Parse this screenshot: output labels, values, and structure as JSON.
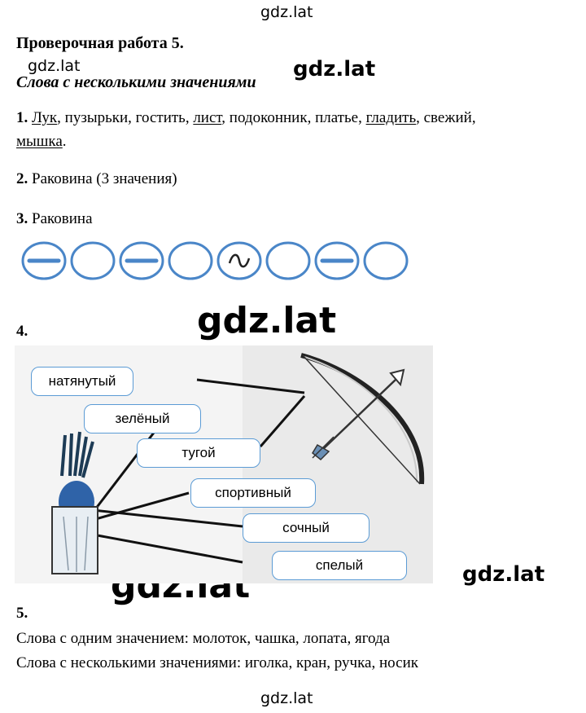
{
  "watermark": "gdz.lat",
  "title": "Проверочная работа 5.",
  "subtitle": "Слова с несколькими значениями",
  "ex1": {
    "num": "1.",
    "parts": [
      {
        "text": "Лук",
        "u": true
      },
      {
        "text": ", пузырьки, гостить, ",
        "u": false
      },
      {
        "text": "лист",
        "u": true
      },
      {
        "text": ", подоконник, платье, ",
        "u": false
      },
      {
        "text": "гладить",
        "u": true
      },
      {
        "text": ", свежий,",
        "u": false
      }
    ],
    "line2": [
      {
        "text": "мышка",
        "u": true
      },
      {
        "text": ".",
        "u": false
      }
    ]
  },
  "ex2": {
    "num": "2.",
    "text": "Раковина (3 значения)"
  },
  "ex3": {
    "num": "3.",
    "text": "Раковина",
    "symbols": [
      "minus",
      "empty",
      "minus",
      "empty",
      "tilde",
      "empty",
      "minus",
      "empty"
    ],
    "color": "#4a86c8"
  },
  "ex4": {
    "num": "4.",
    "words": [
      "натянутый",
      "зелёный",
      "тугой",
      "спортивный",
      "сочный",
      "спелый"
    ],
    "border_color": "#5b9bd5"
  },
  "ex5": {
    "num": "5.",
    "line1": "Слова с одним значением: молоток, чашка, лопата, ягода",
    "line2": "Слова с несколькими значениями: иголка, кран, ручка, носик"
  }
}
